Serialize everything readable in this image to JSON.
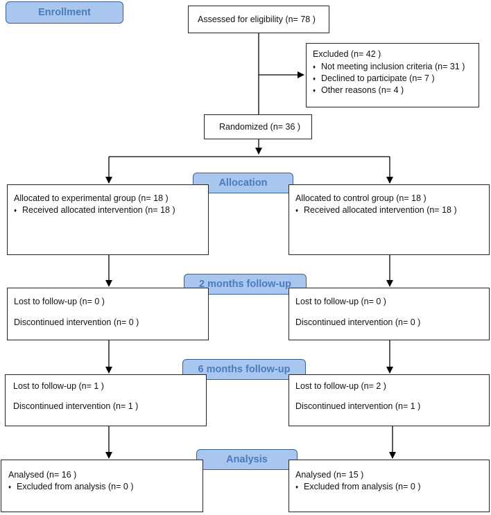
{
  "stages": {
    "enrollment": "Enrollment",
    "allocation": "Allocation",
    "followup_2": "2 months follow-up",
    "followup_6": "6 months follow-up",
    "analysis": "Analysis"
  },
  "assessed": "Assessed for eligibility (n= 78 )",
  "excluded": {
    "title": "Excluded  (n=  42 )",
    "items": [
      "Not meeting inclusion criteria (n= 31 )",
      "Declined to participate (n= 7 )",
      "Other reasons (n= 4 )"
    ]
  },
  "randomized": "Randomized (n= 36 )",
  "bullet": "♦",
  "left": {
    "allocated": "Allocated to experimental group  (n= 18 )",
    "received": "Received allocated intervention (n= 18 )",
    "fu2_lost": "Lost to follow-up  (n= 0 )",
    "fu2_disc": "Discontinued intervention (n= 0 )",
    "fu6_lost": "Lost to follow-up  (n= 1 )",
    "fu6_disc": "Discontinued intervention (n= 1 )",
    "analysed": "Analysed  (n= 16 )",
    "excluded_analysis": "Excluded from analysis (n= 0 )"
  },
  "right": {
    "allocated": "Allocated to control group (n= 18 )",
    "received": "Received allocated intervention (n= 18 )",
    "fu2_lost": "Lost to follow-up (n= 0 )",
    "fu2_disc": "Discontinued intervention (n= 0 )",
    "fu6_lost": "Lost to follow-up  (n= 2 )",
    "fu6_disc": "Discontinued intervention (n= 1 )",
    "analysed": "Analysed  (n= 15 )",
    "excluded_analysis": "Excluded from analysis (n= 0 )"
  },
  "colors": {
    "stage_fill": "#a9c6ee",
    "stage_text": "#4a7bbf",
    "stage_border": "#3a5f95",
    "line": "#000000"
  }
}
